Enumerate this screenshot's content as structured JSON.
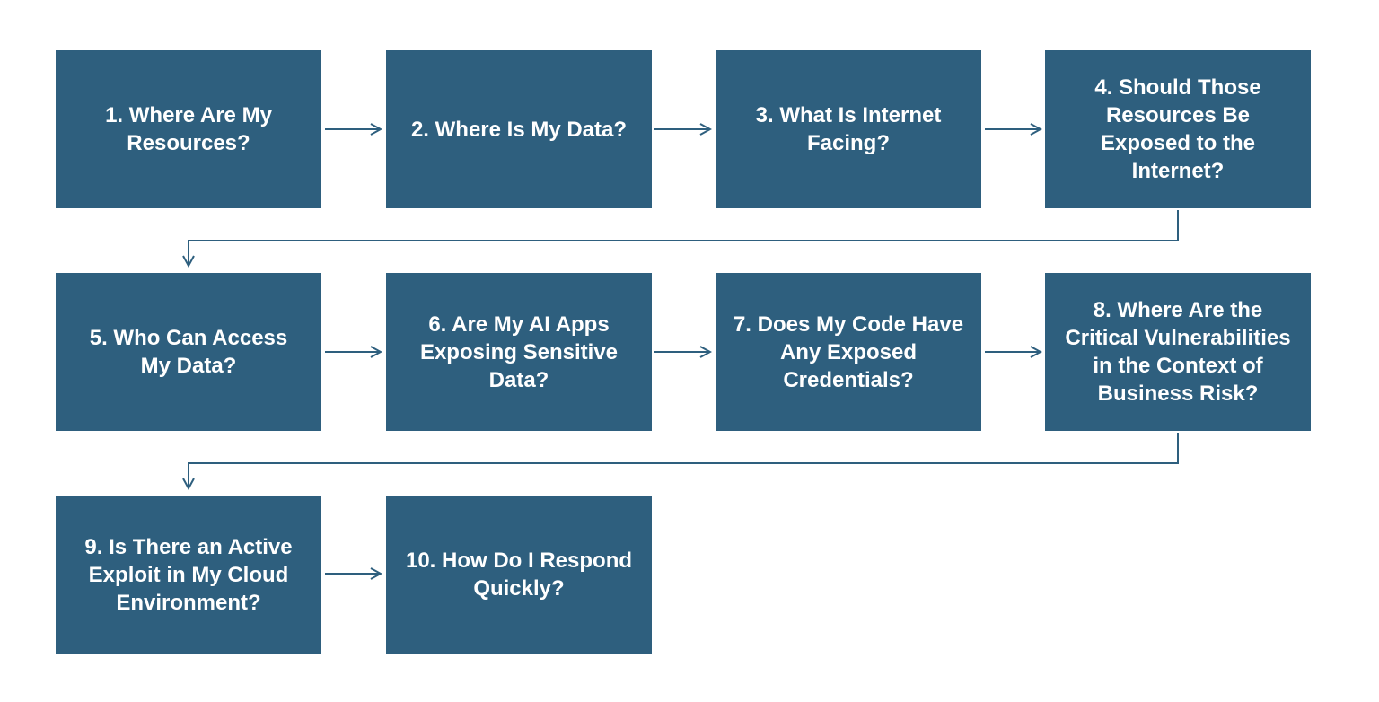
{
  "diagram": {
    "steps": [
      {
        "label": "1. Where Are My Resources?"
      },
      {
        "label": "2. Where Is My Data?"
      },
      {
        "label": "3. What Is Internet Facing?"
      },
      {
        "label": "4. Should Those Resources Be Exposed to the Internet?"
      },
      {
        "label": "5. Who Can Access My Data?"
      },
      {
        "label": "6. Are My AI Apps Exposing Sensitive Data?"
      },
      {
        "label": "7. Does My Code Have Any Exposed Credentials?"
      },
      {
        "label": "8. Where Are the Critical Vulnerabilities in the Context of Business Risk?"
      },
      {
        "label": "9. Is There an Active Exploit in My Cloud Environment?"
      },
      {
        "label": "10. How Do I Respond Quickly?"
      }
    ],
    "colors": {
      "box_fill": "#2e5f7e",
      "box_text": "#ffffff",
      "connector": "#2e5f7e",
      "background": "#ffffff"
    }
  }
}
